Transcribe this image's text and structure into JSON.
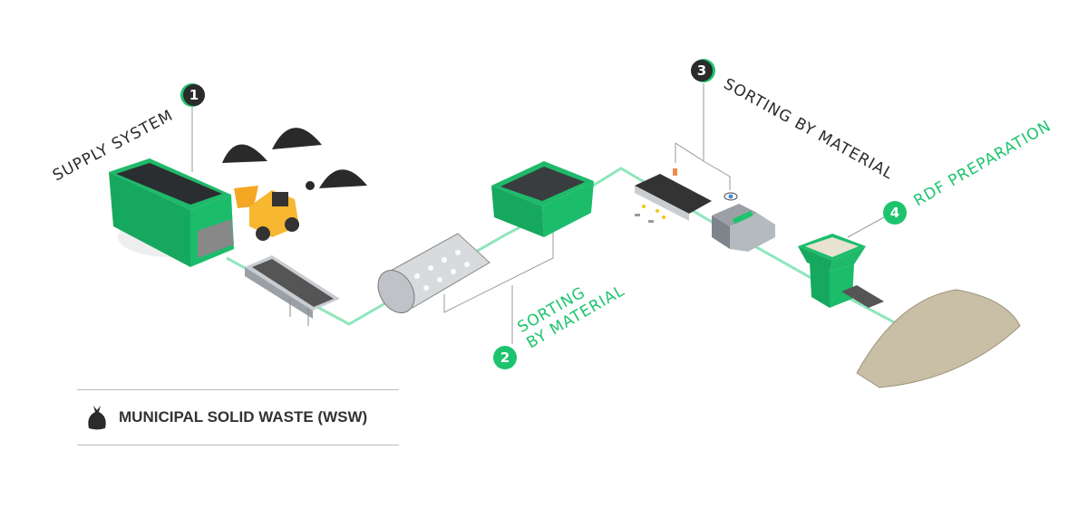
{
  "steps": [
    {
      "number": "1",
      "label": "SUPPLY SYSTEM"
    },
    {
      "number": "2",
      "label_line1": "SORTING",
      "label_line2": "BY MATERIAL"
    },
    {
      "number": "3",
      "label": "SORTING BY MATERIAL"
    },
    {
      "number": "4",
      "label": "RDF PREPARATION"
    }
  ],
  "legend": {
    "icon": "garbage-bag-icon",
    "label": "MUNICIPAL SOLID WASTE (WSW)"
  },
  "colors": {
    "accent": "#1dc46e",
    "dark": "#2b2b2b",
    "pipe": "#7fe0b0",
    "container": "#16a85e",
    "loader": "#f5a623"
  }
}
